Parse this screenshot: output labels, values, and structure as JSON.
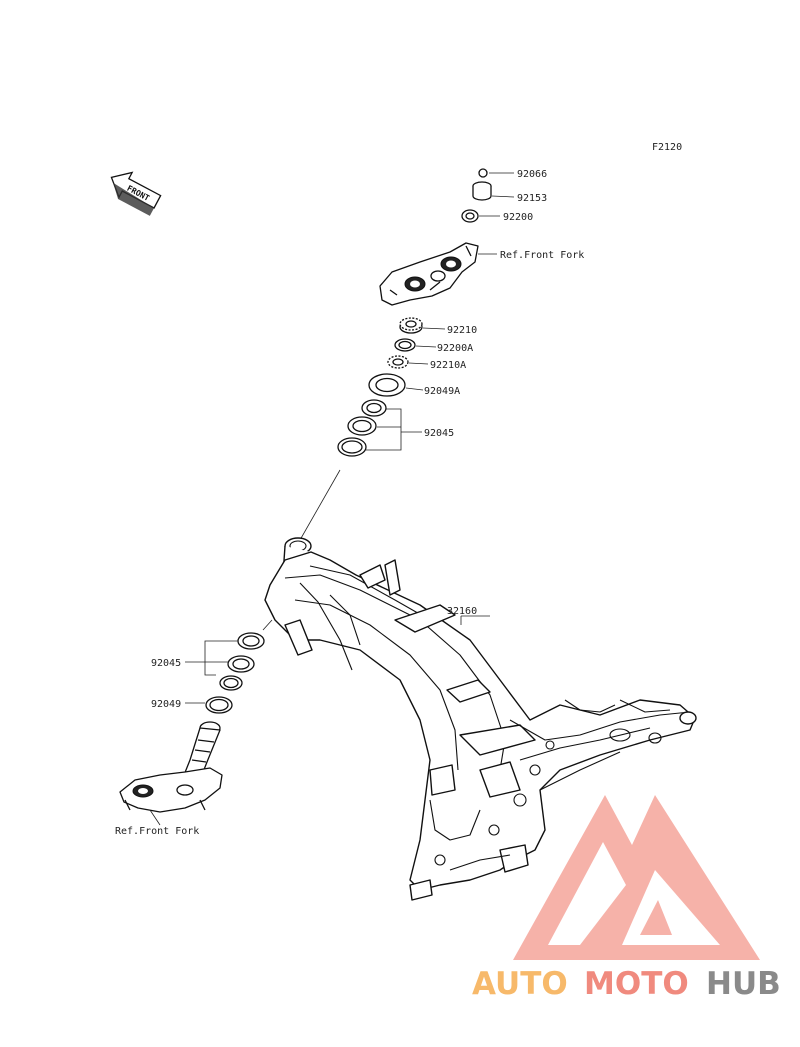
{
  "diagram_code": "F2120",
  "front_arrow_label": "FRONT",
  "parts": [
    {
      "id": "p1",
      "number": "92066"
    },
    {
      "id": "p2",
      "number": "92153"
    },
    {
      "id": "p3",
      "number": "92200"
    },
    {
      "id": "p4",
      "number": "Ref.Front Fork"
    },
    {
      "id": "p5",
      "number": "92210"
    },
    {
      "id": "p6",
      "number": "92200A"
    },
    {
      "id": "p7",
      "number": "92210A"
    },
    {
      "id": "p8",
      "number": "92049A"
    },
    {
      "id": "p9",
      "number": "92045"
    },
    {
      "id": "p10",
      "number": "32160"
    },
    {
      "id": "p11",
      "number": "92045"
    },
    {
      "id": "p12",
      "number": "92049"
    },
    {
      "id": "p13",
      "number": "Ref.Front Fork"
    }
  ],
  "watermark": {
    "part1": "AUTO",
    "part2": "MOTO",
    "part3": "HUB",
    "colors": {
      "auto": "#f7b96a",
      "moto": "#f08a7e",
      "hub": "#8a8a8a",
      "logo": "#f5a59b"
    }
  }
}
